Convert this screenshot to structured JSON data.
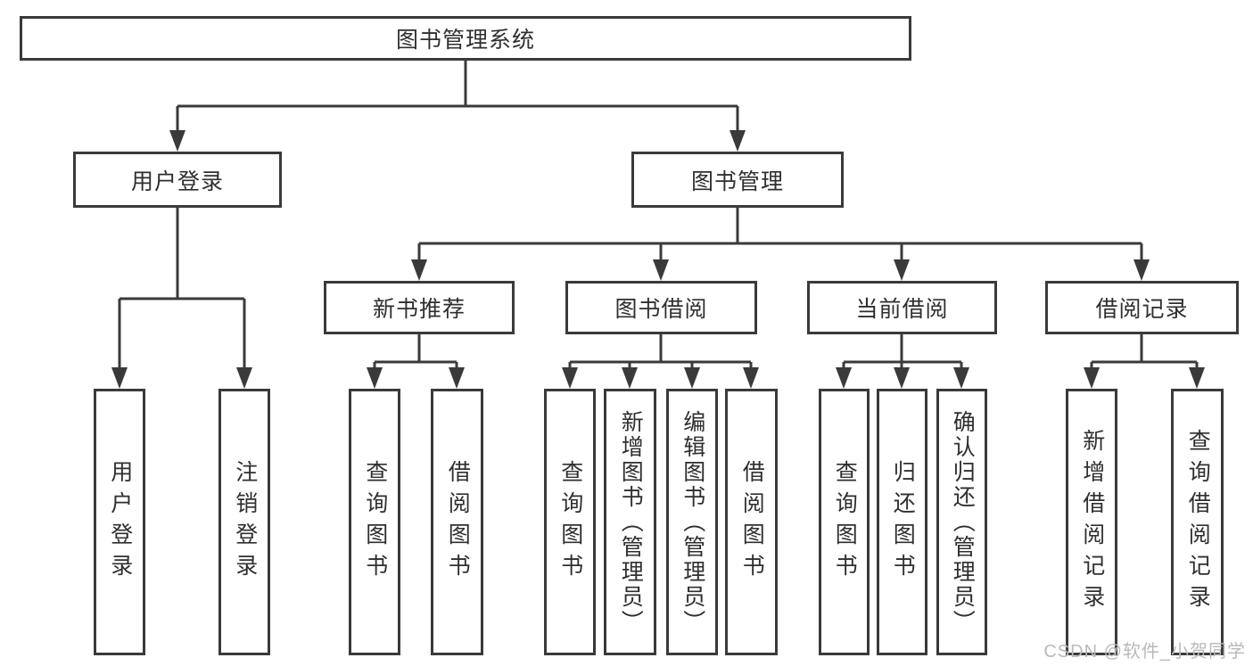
{
  "tree": {
    "root": "图书管理系统",
    "user_login": {
      "label": "用户登录",
      "children": [
        "用户登录",
        "注销登录"
      ]
    },
    "book_mgmt": {
      "label": "图书管理",
      "sections": {
        "new_book": {
          "label": "新书推荐",
          "children": [
            "查询图书",
            "借阅图书"
          ]
        },
        "book_borrow": {
          "label": "图书借阅",
          "children": [
            "查询图书",
            "新增图书（管理员）",
            "编辑图书（管理员）",
            "借阅图书"
          ]
        },
        "current_borrow": {
          "label": "当前借阅",
          "children": [
            "查询图书",
            "归还图书",
            "确认归还（管理员）"
          ]
        },
        "borrow_record": {
          "label": "借阅记录",
          "children": [
            "新增借阅记录",
            "查询借阅记录"
          ]
        }
      }
    }
  },
  "watermark": "CSDN @软件_小贺同学",
  "colors": {
    "line": "#3a3a3a",
    "text": "#2f2f2f",
    "background": "#ffffff",
    "watermark": "#b9b9b9"
  }
}
